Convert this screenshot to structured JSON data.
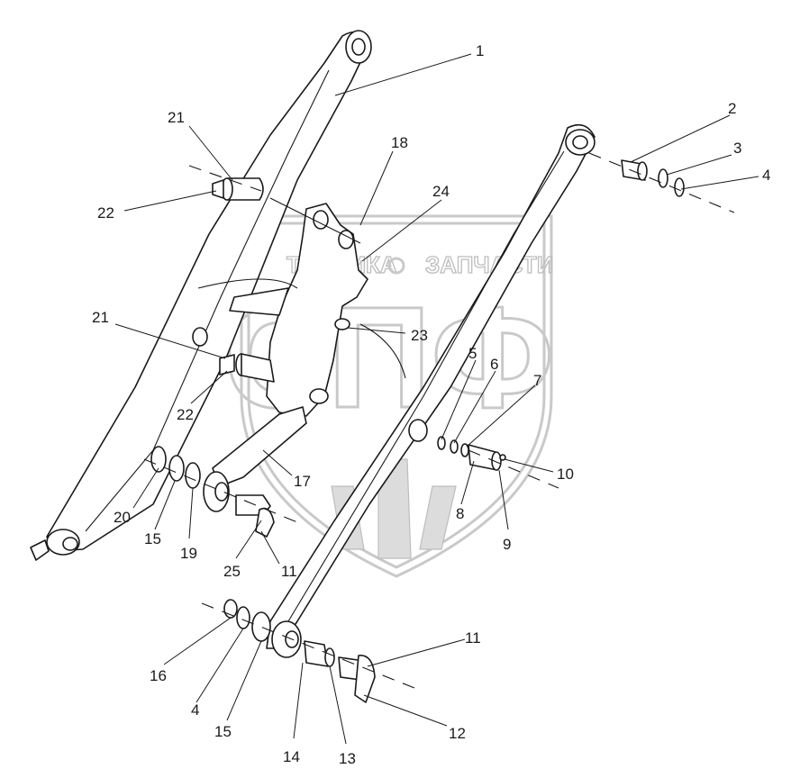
{
  "watermark": {
    "top_text": "ТЕХНИКА",
    "top_text_right": "ЗАПЧАСТИ",
    "big_letters": "СПФ",
    "color": "#c9c9c9"
  },
  "callouts": {
    "c1": "1",
    "c2": "2",
    "c3": "3",
    "c4a": "4",
    "c4b": "4",
    "c5": "5",
    "c6": "6",
    "c7": "7",
    "c8": "8",
    "c9": "9",
    "c10": "10",
    "c11a": "11",
    "c11b": "11",
    "c12": "12",
    "c13": "13",
    "c14": "14",
    "c15a": "15",
    "c15b": "15",
    "c16": "16",
    "c17": "17",
    "c18": "18",
    "c19": "19",
    "c20": "20",
    "c21a": "21",
    "c21b": "21",
    "c22a": "22",
    "c22b": "22",
    "c23": "23",
    "c24": "24",
    "c25": "25"
  },
  "colors": {
    "line": "#1a1a1a",
    "background": "#ffffff"
  }
}
